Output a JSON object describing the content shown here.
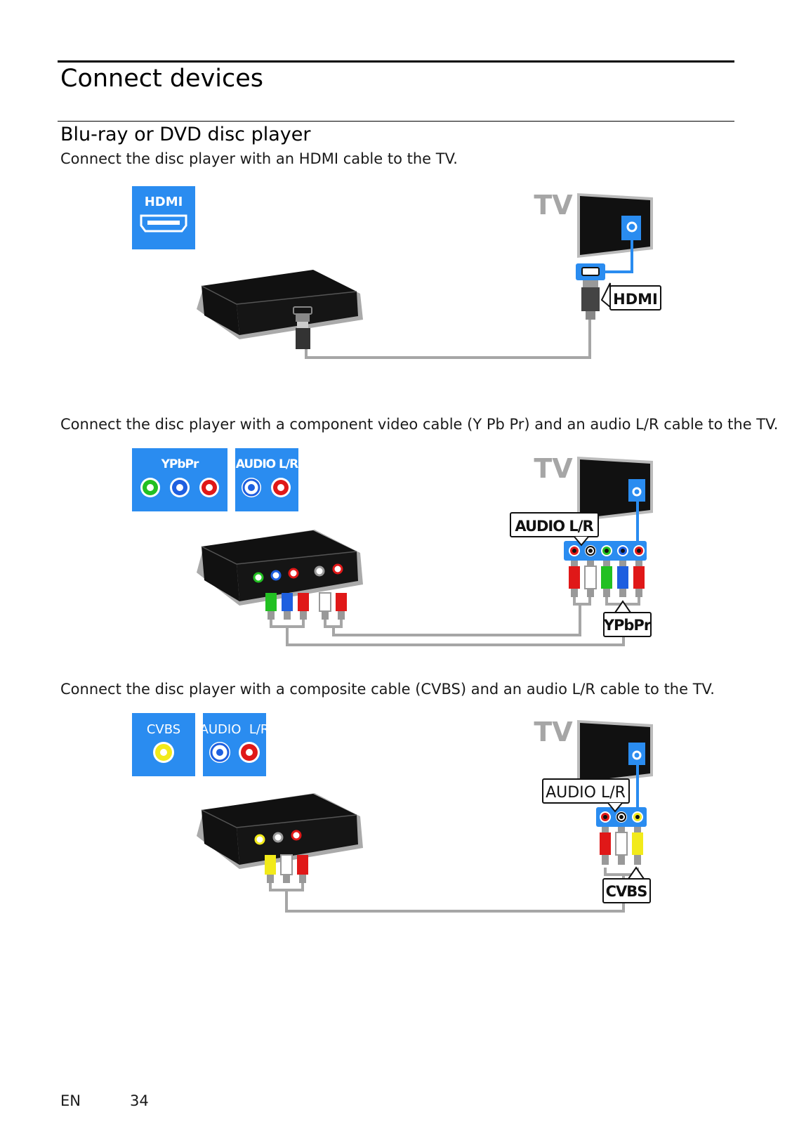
{
  "page": {
    "title": "Connect devices",
    "section_title": "Blu-ray or DVD disc player",
    "footer": {
      "lang": "EN",
      "page_number": "34"
    }
  },
  "diagrams": {
    "hdmi": {
      "caption": "Connect the disc player with an HDMI cable to the TV.",
      "badge_label": "HDMI",
      "tv_label": "TV",
      "tv_port_label": "HDMI"
    },
    "component": {
      "caption": "Connect the disc player with a component video cable (Y Pb Pr) and an audio L/R cable to the TV.",
      "badge_video_label": "YPbPr",
      "badge_audio_label": "AUDIO L/R",
      "tv_label": "TV",
      "tv_audio_label": "AUDIO L/R",
      "tv_video_label": "YPbPr"
    },
    "composite": {
      "caption": "Connect the disc player with a composite cable (CVBS) and an audio L/R cable to the TV.",
      "badge_video_label": "CVBS",
      "badge_audio_label": "AUDIO  L/R",
      "tv_label": "TV",
      "tv_audio_label": "AUDIO L/R",
      "tv_video_label": "CVBS"
    }
  },
  "colors": {
    "badge_blue": "#2a8cf0",
    "cable_gray": "#a6a6a6",
    "device_black": "#111111",
    "green": "#22c022",
    "blue": "#1e5fe0",
    "red": "#e01818",
    "white": "#ffffff",
    "yellow": "#f2ea1a",
    "tv_label_gray": "#a6a6a6"
  }
}
